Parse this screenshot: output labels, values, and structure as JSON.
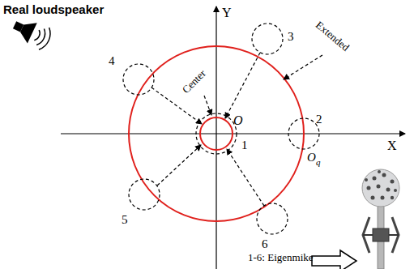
{
  "diagram": {
    "labels": [
      "Real loudspeaker",
      "Y",
      "4",
      "3",
      "Extended",
      "Center",
      "O",
      "2",
      "X",
      "O",
      "q",
      "1",
      "5",
      "6",
      "1-6: Eigenmike"
    ]
  }
}
